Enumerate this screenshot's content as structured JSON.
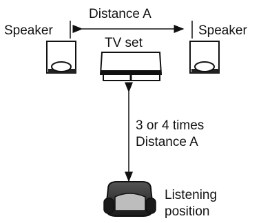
{
  "labels": {
    "distance": "Distance A",
    "speaker_left": "Speaker",
    "speaker_right": "Speaker",
    "tv": "TV set",
    "times_line1": "3 or 4 times",
    "times_line2": "Distance A",
    "listen_line1": "Listening",
    "listen_line2": "position"
  }
}
